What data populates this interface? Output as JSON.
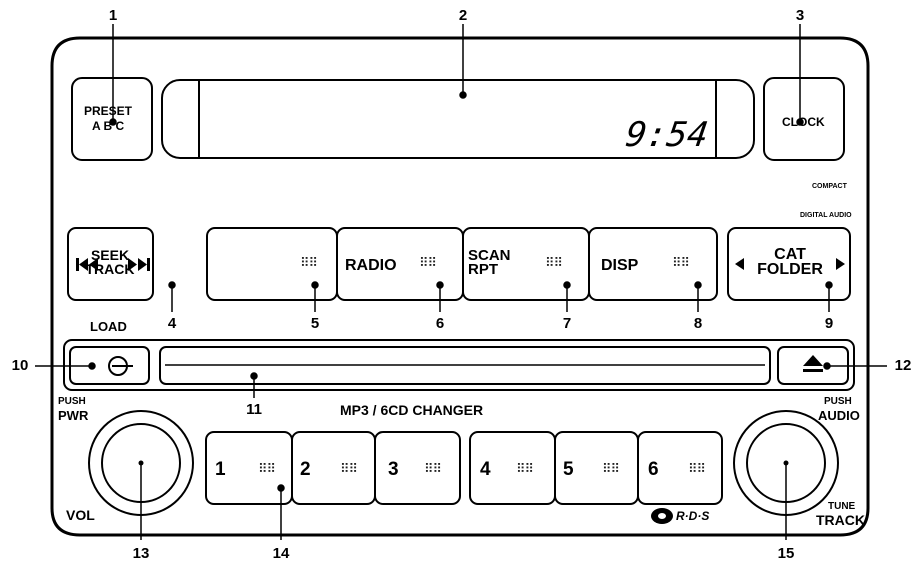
{
  "callouts": [
    "1",
    "2",
    "3",
    "4",
    "5",
    "6",
    "7",
    "8",
    "9",
    "10",
    "11",
    "12",
    "13",
    "14",
    "15"
  ],
  "buttons": {
    "preset_line1": "PRESET",
    "preset_line2": "A B C",
    "clock": "CLOCK",
    "seek_line1": "SEEK",
    "seek_line2": "TRACK",
    "radio": "RADIO",
    "scan_line1": "SCAN",
    "scan_line2": "RPT",
    "disp": "DISP",
    "cat_line1": "CAT",
    "cat_line2": "FOLDER",
    "presets": [
      "1",
      "2",
      "3",
      "4",
      "5",
      "6"
    ]
  },
  "display": {
    "time": "9:54"
  },
  "labels": {
    "load": "LOAD",
    "changer": "MP3 / 6CD CHANGER",
    "push_left": "PUSH",
    "pwr": "PWR",
    "vol": "VOL",
    "push_right": "PUSH",
    "audio": "AUDIO",
    "tune": "TUNE",
    "track": "TRACK",
    "compact_top": "COMPACT",
    "compact_bottom": "DIGITAL AUDIO",
    "rds": "R·D·S"
  },
  "icons": {
    "seek": "seek-prev-next-icon",
    "cat": "left-right-triangle-icon",
    "load": "load-disc-icon",
    "eject": "eject-icon",
    "indicator": "dot-grid-icon"
  }
}
